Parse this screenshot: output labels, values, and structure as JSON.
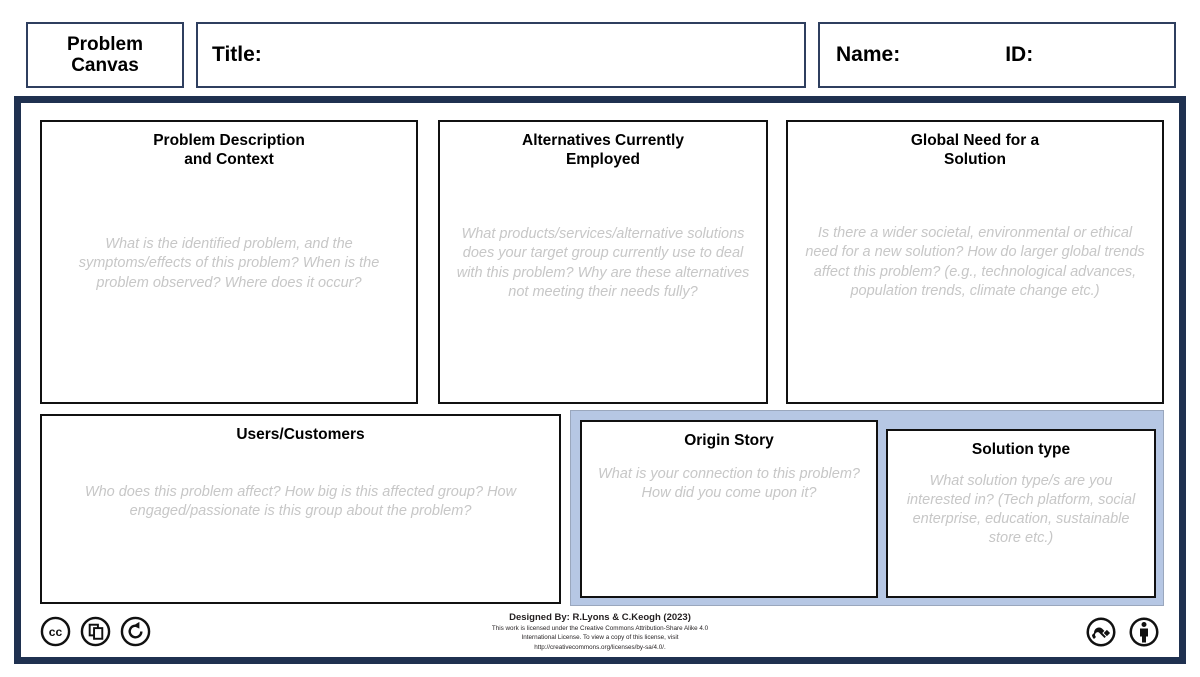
{
  "header": {
    "badge_title": "Problem Canvas",
    "badge_title_line1": "Problem",
    "badge_title_line2": "Canvas",
    "title_label": "Title:",
    "name_label": "Name:",
    "id_label": "ID:"
  },
  "panels": {
    "problem": {
      "title": "Problem Description and Context",
      "title_line1": "Problem Description",
      "title_line2": "and Context",
      "prompt": "What is the identified problem, and the symptoms/effects of this problem? When is the problem observed? Where does it occur?"
    },
    "alternatives": {
      "title": "Alternatives Currently Employed",
      "title_line1": "Alternatives Currently",
      "title_line2": "Employed",
      "prompt": "What products/services/alternative solutions does your target group currently use to deal with this problem? Why are these alternatives not meeting their needs fully?"
    },
    "global_need": {
      "title": "Global Need for a Solution",
      "title_line1": "Global Need for a",
      "title_line2": "Solution",
      "prompt": "Is there a wider societal, environmental or ethical need for a new solution? How do larger global trends affect this problem? (e.g., technological advances, population trends, climate change etc.)"
    },
    "users": {
      "title": "Users/Customers",
      "prompt": "Who does this problem affect? How big is this affected group? How engaged/passionate is this group about the problem?"
    },
    "origin_story": {
      "title": "Origin Story",
      "prompt": "What is your connection to this problem? How did you come upon it?"
    },
    "solution_type": {
      "title": "Solution type",
      "prompt": "What solution type/s are you interested in? (Tech platform, social enterprise, education, sustainable store etc.)"
    }
  },
  "footer": {
    "credit": "Designed By: R.Lyons & C.Keogh (2023)",
    "license_line1": "This work is licensed under the Creative Commons Attribution-Share Alike 4.0",
    "license_line2": "International License. To view a copy of this license, visit",
    "license_line3": "http://creativecommons.org/licenses/by-sa/4.0/.",
    "icons_left": [
      "cc-icon",
      "cc-copy-icon",
      "cc-share-alike-icon"
    ],
    "icons_right": [
      "cc-remix-icon",
      "cc-attribution-person-icon"
    ]
  },
  "colors": {
    "frame_navy": "#1f3150",
    "blue_group": "#b6c7e4",
    "panel_border": "#111111",
    "prompt_text": "#c7c7c7",
    "header_border": "#2f3f5f"
  }
}
